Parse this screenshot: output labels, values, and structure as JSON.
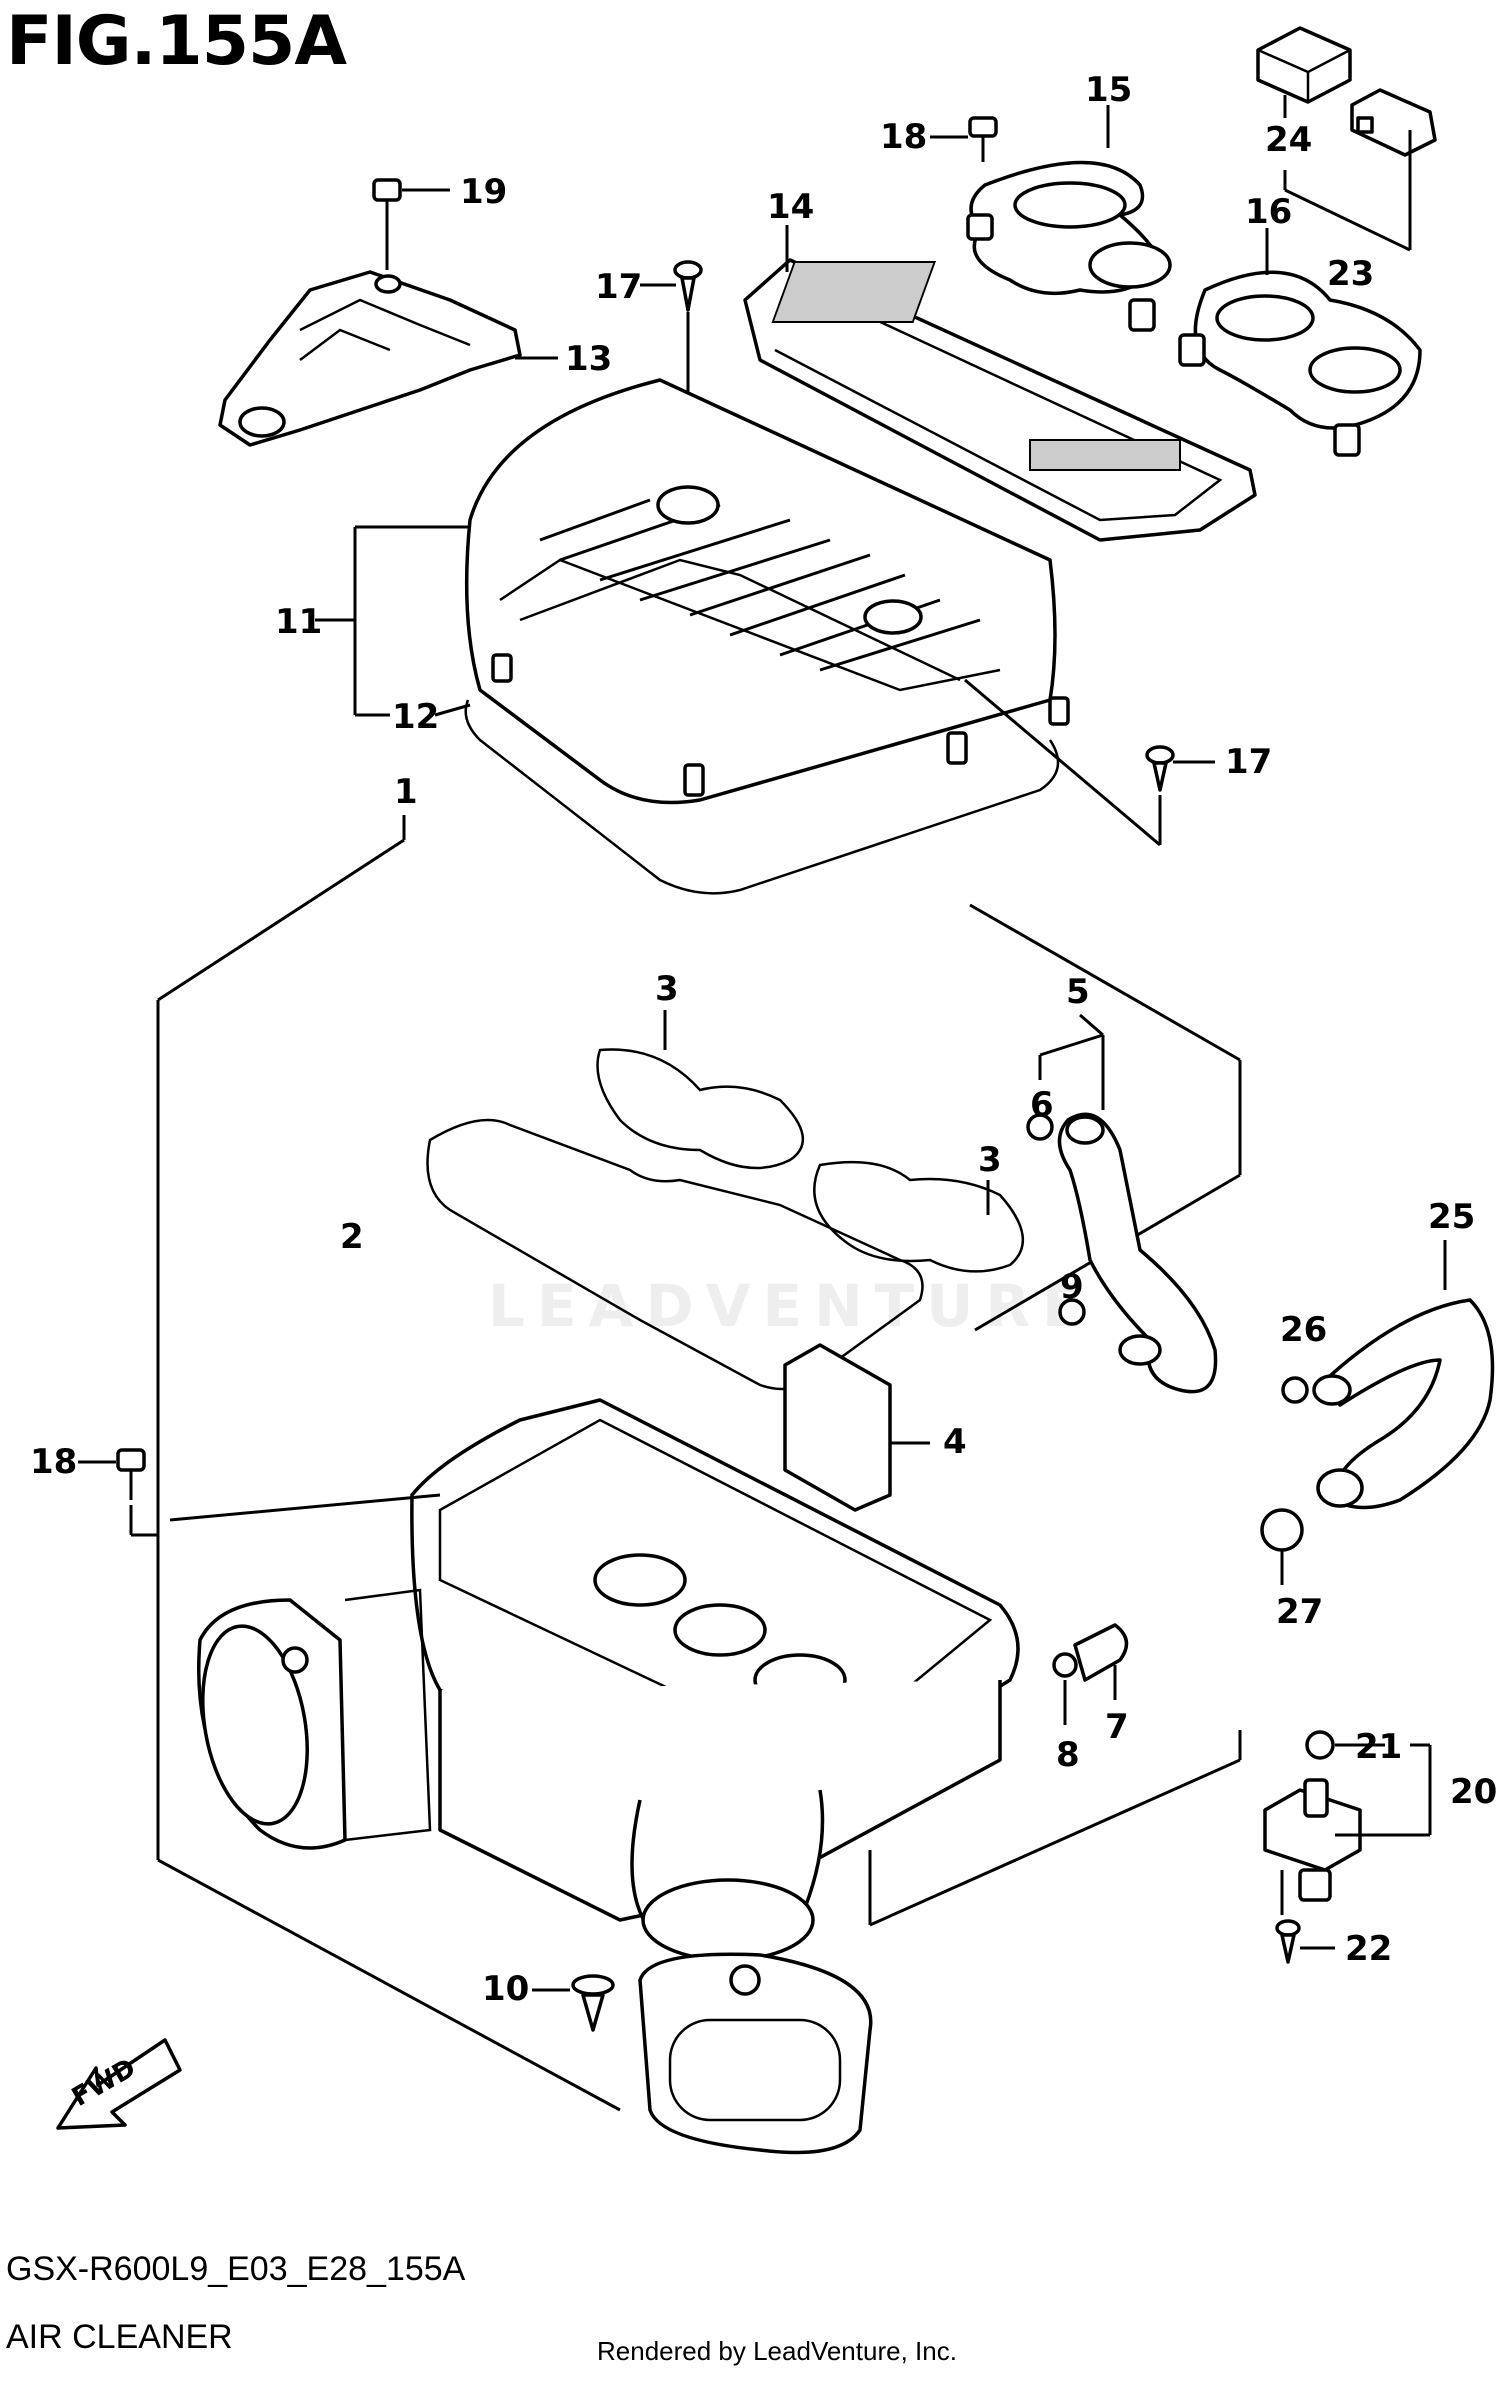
{
  "header": {
    "figure_title": "FIG.155A"
  },
  "footer": {
    "model_code": "GSX-R600L9_E03_E28_155A",
    "section_name": "AIR CLEANER",
    "credit": "Rendered by LeadVenture, Inc."
  },
  "watermark": "LEADVENTURE",
  "fwd_label": "FWD",
  "callouts": {
    "c1": "1",
    "c2": "2",
    "c3a": "3",
    "c3b": "3",
    "c4": "4",
    "c5": "5",
    "c6": "6",
    "c7": "7",
    "c8": "8",
    "c9": "9",
    "c10": "10",
    "c11": "11",
    "c12": "12",
    "c13": "13",
    "c14": "14",
    "c15": "15",
    "c16": "16",
    "c17a": "17",
    "c17b": "17",
    "c18a": "18",
    "c18b": "18",
    "c19": "19",
    "c20": "20",
    "c21": "21",
    "c22": "22",
    "c23": "23",
    "c24": "24",
    "c25": "25",
    "c26": "26",
    "c27": "27"
  }
}
